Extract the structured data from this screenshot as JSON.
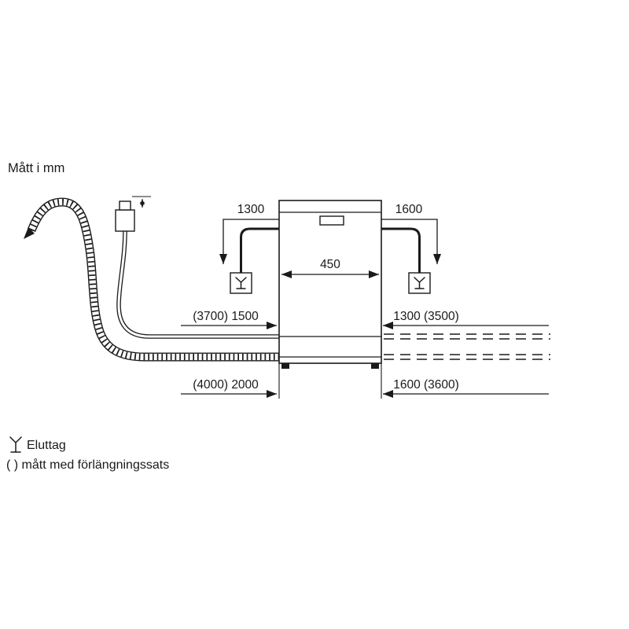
{
  "page": {
    "title": "Mått i mm"
  },
  "diagram": {
    "appliance_width_label": "450",
    "left_cord_length_label": "1300",
    "right_cord_length_label": "1600",
    "left_hose_upper_label": "(3700) 1500",
    "right_hose_upper_label": "1300 (3500)",
    "left_hose_lower_label": "(4000) 2000",
    "right_hose_lower_label": "1600 (3600)"
  },
  "legend": {
    "socket_label": "Eluttag",
    "extension_note": "( ) mått med förlängningssats"
  },
  "icons": {
    "power_socket": "power-socket-icon",
    "tap_connector": "tap-connector-icon",
    "drain_arrow": "drain-direction-arrow"
  },
  "colors": {
    "line": "#1a1a1a",
    "background": "#ffffff"
  }
}
